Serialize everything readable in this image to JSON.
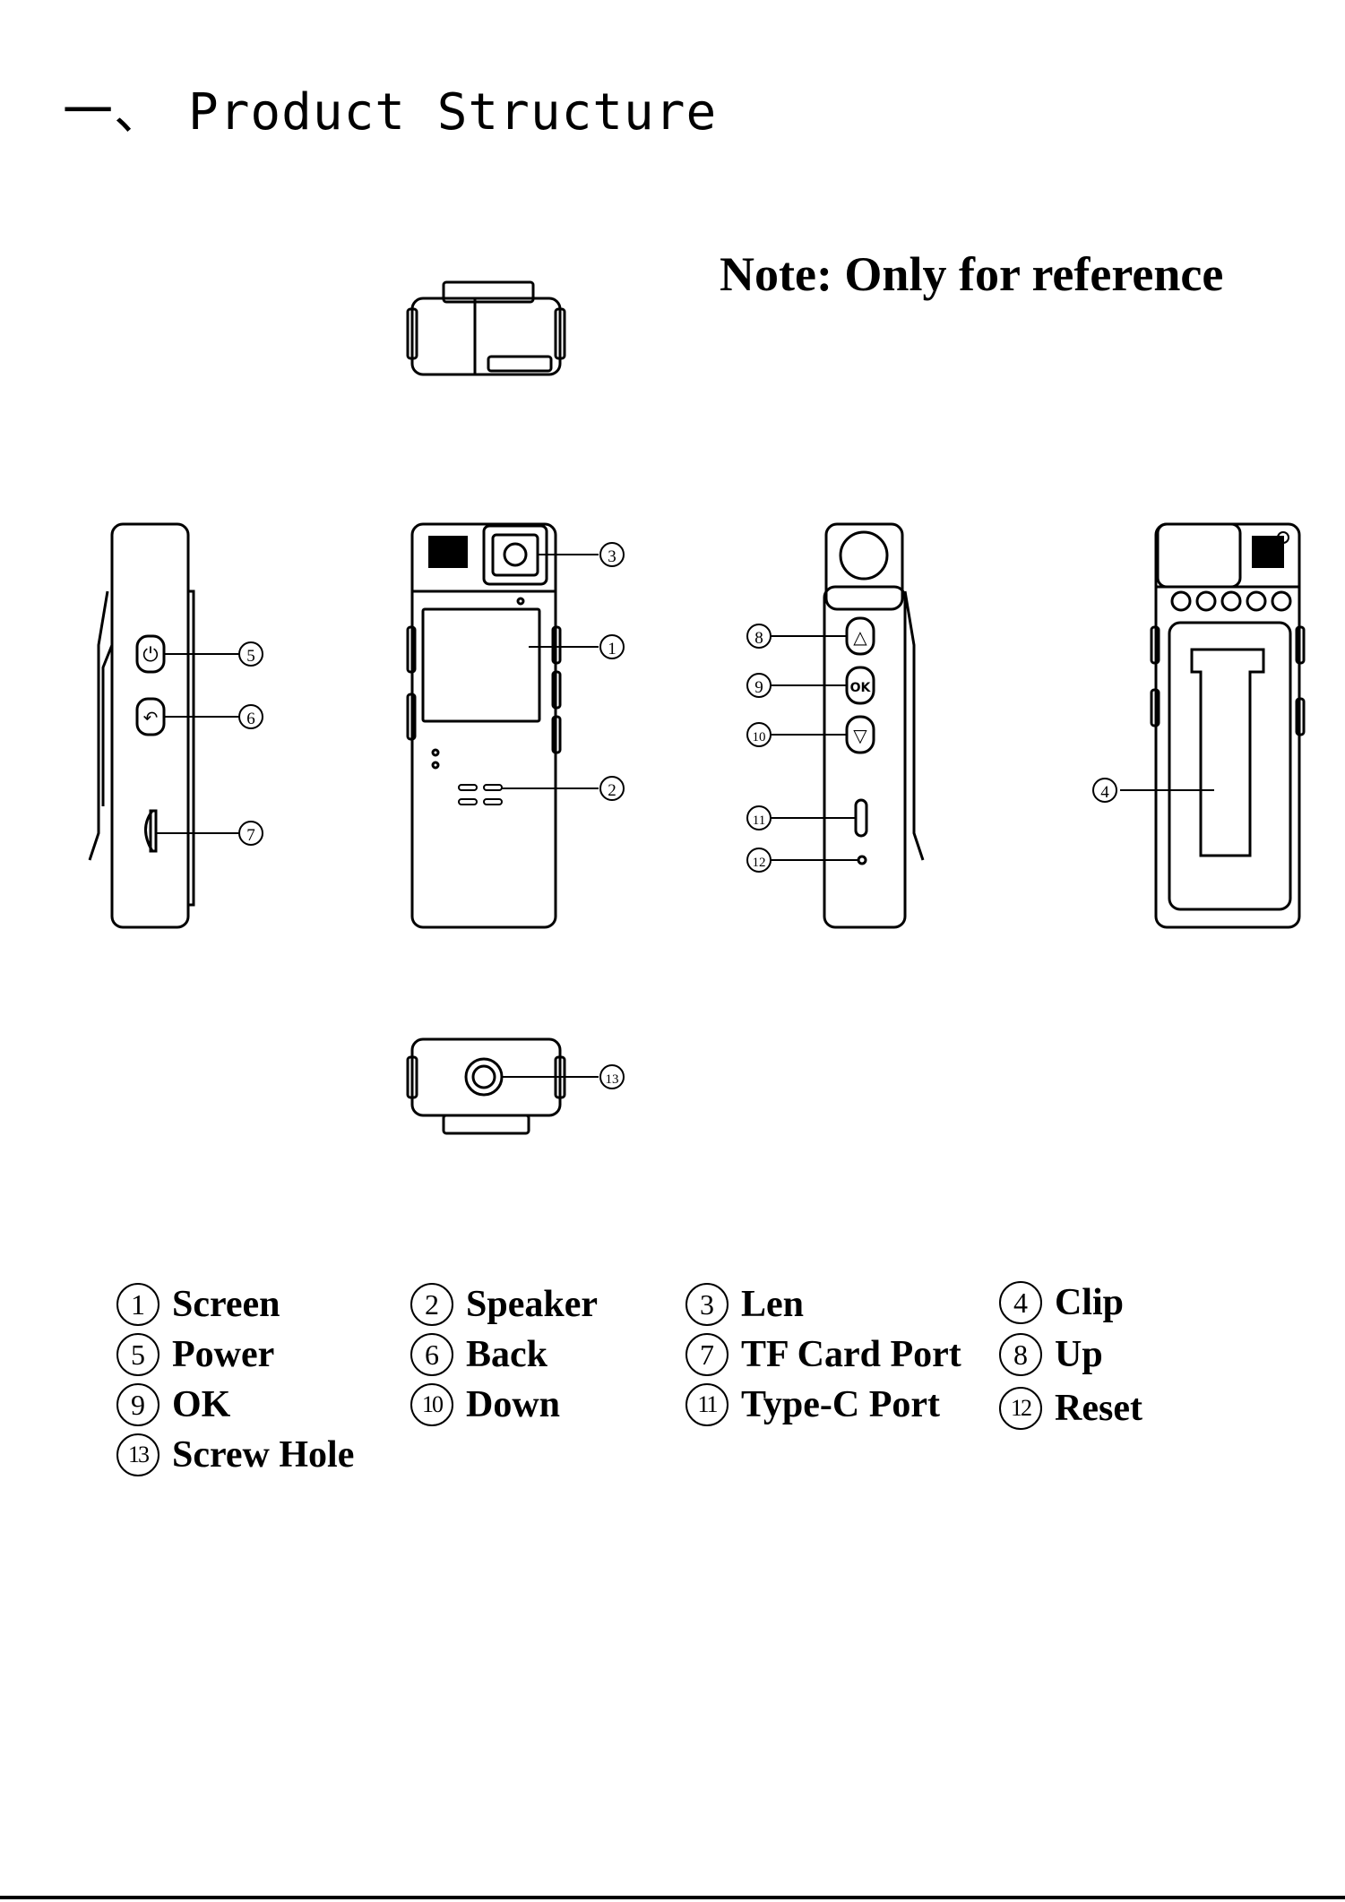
{
  "heading": {
    "prefix": "一、",
    "title": "Product Structure"
  },
  "note": "Note:  Only for reference",
  "callouts": [
    "1",
    "2",
    "3",
    "4",
    "5",
    "6",
    "7",
    "8",
    "9",
    "10",
    "11",
    "12",
    "13"
  ],
  "button_labels": {
    "ok": "OK"
  },
  "legend": [
    {
      "num": "1",
      "label": "Screen"
    },
    {
      "num": "2",
      "label": "Speaker"
    },
    {
      "num": "3",
      "label": "Len"
    },
    {
      "num": "4",
      "label": "Clip"
    },
    {
      "num": "5",
      "label": "Power"
    },
    {
      "num": "6",
      "label": "Back"
    },
    {
      "num": "7",
      "label": "TF Card Port"
    },
    {
      "num": "8",
      "label": "Up"
    },
    {
      "num": "9",
      "label": "OK"
    },
    {
      "num": "10",
      "label": "Down"
    },
    {
      "num": "11",
      "label": "Type-C Port"
    },
    {
      "num": "12",
      "label": "Reset"
    },
    {
      "num": "13",
      "label": "Screw Hole"
    }
  ]
}
